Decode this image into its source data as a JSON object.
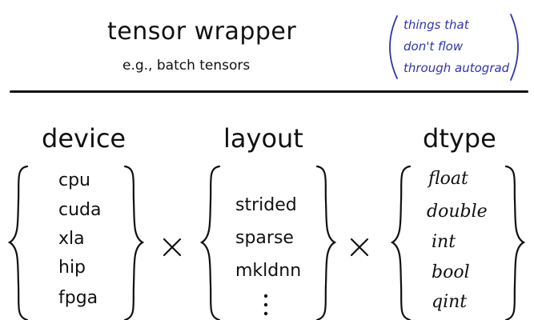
{
  "header": {
    "title": "tensor wrapper",
    "subtitle": "e.g., batch tensors"
  },
  "note": {
    "lines": [
      "things that",
      "don't flow",
      "through autograd"
    ],
    "color": "#2f35a8"
  },
  "columns": {
    "device": {
      "heading": "device",
      "items": [
        "cpu",
        "cuda",
        "xla",
        "hip",
        "fpga"
      ]
    },
    "layout": {
      "heading": "layout",
      "items": [
        "strided",
        "sparse",
        "mkldnn"
      ]
    },
    "dtype": {
      "heading": "dtype",
      "items": [
        "float",
        "double",
        "int",
        "bool",
        "qint"
      ]
    }
  }
}
